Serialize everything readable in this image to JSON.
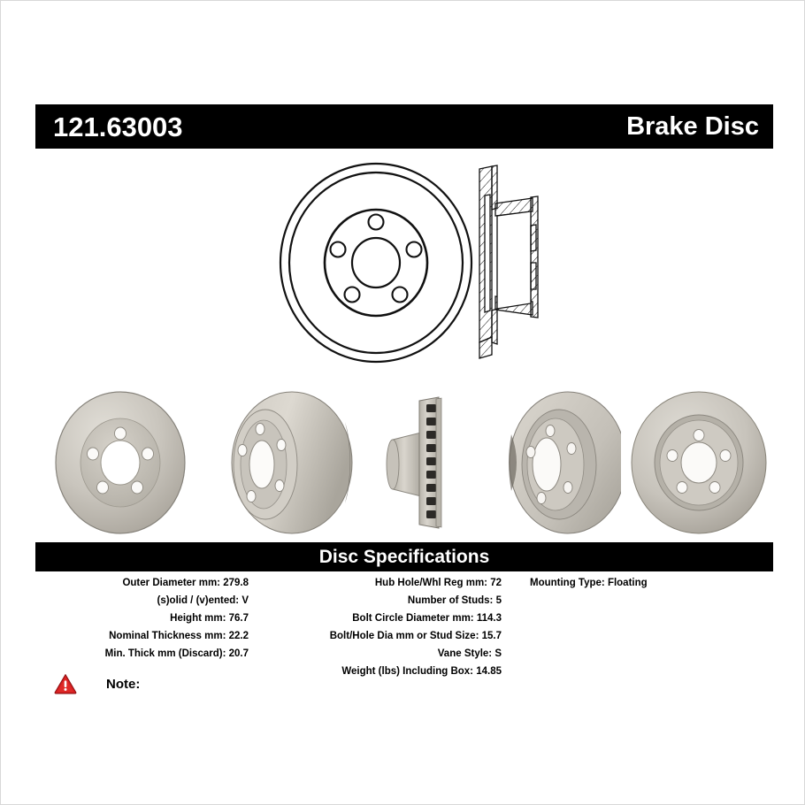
{
  "header": {
    "part_number": "121.63003",
    "product_type": "Brake Disc"
  },
  "drawings": {
    "face_view_name": "rotor-face-line-drawing",
    "section_view_name": "rotor-cross-section-line-drawing"
  },
  "photos": [
    {
      "caption": "rotor-front-face-photo"
    },
    {
      "caption": "rotor-angled-hat-side-photo"
    },
    {
      "caption": "rotor-edge-vented-photo"
    },
    {
      "caption": "rotor-angled-reverse-photo"
    },
    {
      "caption": "rotor-rear-face-photo"
    }
  ],
  "specifications": {
    "title": "Disc Specifications",
    "columns": [
      {
        "rows": [
          {
            "label": "Outer Diameter mm:",
            "value": "279.8"
          },
          {
            "label": "(s)olid / (v)ented:",
            "value": "V"
          },
          {
            "label": "Height mm:",
            "value": "76.7"
          },
          {
            "label": "Nominal Thickness mm:",
            "value": "22.2"
          },
          {
            "label": "Min. Thick mm (Discard):",
            "value": "20.7"
          }
        ]
      },
      {
        "rows": [
          {
            "label": "Hub Hole/Whl Reg mm:",
            "value": "72"
          },
          {
            "label": "Number of Studs:",
            "value": "5"
          },
          {
            "label": "Bolt Circle Diameter mm:",
            "value": "114.3"
          },
          {
            "label": "Bolt/Hole Dia mm or Stud Size:",
            "value": "15.7"
          },
          {
            "label": "Vane Style:",
            "value": "S"
          },
          {
            "label": "Weight (lbs) Including Box:",
            "value": "14.85"
          }
        ]
      },
      {
        "rows": [
          {
            "label": "Mounting Type:",
            "value": "Floating"
          }
        ]
      }
    ]
  },
  "note": {
    "icon": "warning-triangle-icon",
    "label": "Note:",
    "text": ""
  },
  "colors": {
    "bar_background": "#000000",
    "bar_text": "#ffffff",
    "page_background": "#ffffff",
    "warning_red": "#d81e20",
    "metal_light": "#d8d5ce",
    "metal_mid": "#b3afa6",
    "metal_dark": "#8d8981"
  }
}
